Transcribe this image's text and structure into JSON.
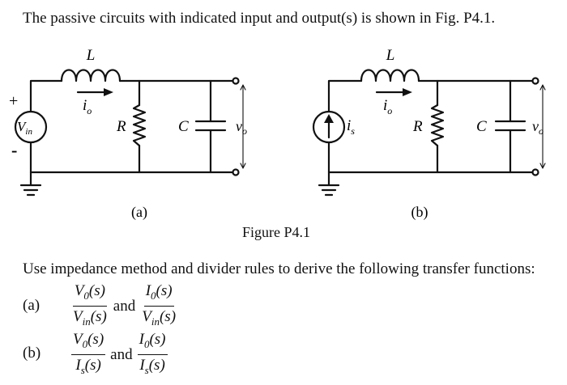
{
  "intro_text": "The passive circuits with indicated input and output(s) is shown in Fig. P4.1.",
  "circuit_a": {
    "caption": "(a)",
    "inductor_label": "L",
    "current_label": "i",
    "current_sub": "o",
    "resistor_label": "R",
    "capacitor_label": "C",
    "source_label": "V",
    "source_sub": "in",
    "plus_sign": "+",
    "minus_sign": "-",
    "output_label": "v",
    "output_sub": "o"
  },
  "circuit_b": {
    "caption": "(b)",
    "inductor_label": "L",
    "current_label": "i",
    "current_sub": "o",
    "resistor_label": "R",
    "capacitor_label": "C",
    "source_label": "i",
    "source_sub": "s",
    "output_label": "v",
    "output_sub": "o"
  },
  "figure_title": "Figure P4.1",
  "question": "Use impedance method and divider rules to derive the following transfer functions:",
  "parts": [
    {
      "label": "(a)",
      "f1_num": "V",
      "f1_num_sub": "0",
      "f1_num_arg": "(s)",
      "f1_den": "V",
      "f1_den_sub": "in",
      "f1_den_arg": "(s)",
      "and": "and",
      "f2_num": "I",
      "f2_num_sub": "0",
      "f2_num_arg": "(s)",
      "f2_den": "V",
      "f2_den_sub": "in",
      "f2_den_arg": "(s)"
    },
    {
      "label": "(b)",
      "f1_num": "V",
      "f1_num_sub": "0",
      "f1_num_arg": "(s)",
      "f1_den": "I",
      "f1_den_sub": "s",
      "f1_den_arg": "(s)",
      "and": "and",
      "f2_num": "I",
      "f2_num_sub": "0",
      "f2_num_arg": "(s)",
      "f2_den": "I",
      "f2_den_sub": "s",
      "f2_den_arg": "(s)"
    }
  ]
}
